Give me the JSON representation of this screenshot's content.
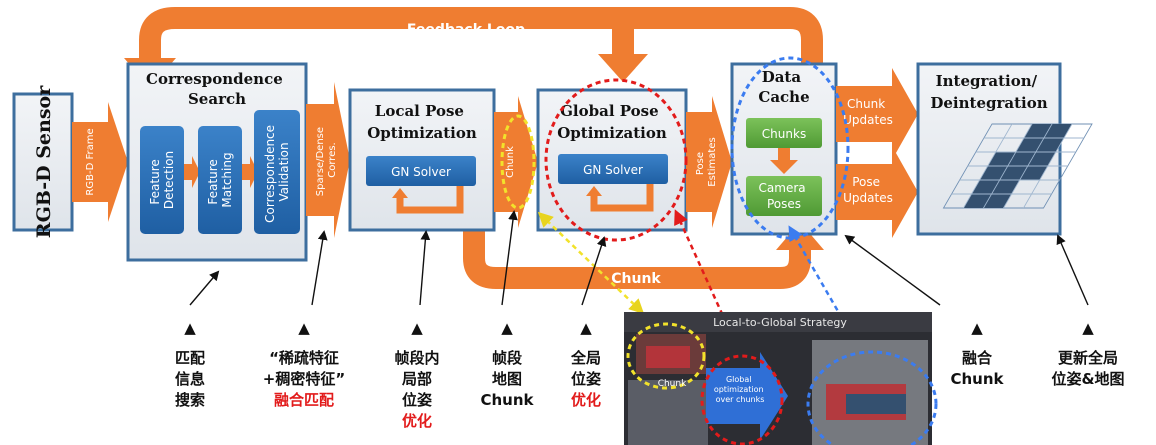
{
  "top_banner": {
    "feedback_loop": "Feedback Loop",
    "chunk_loop": "Chunk"
  },
  "blocks": {
    "rgbd_sensor": "RGB-D Sensor",
    "rgbd_frame": "RGB-D Frame",
    "correspondence_search_title": [
      "Correspondence",
      "Search"
    ],
    "sub_modules": [
      [
        "Feature",
        "Detection"
      ],
      [
        "Feature",
        "Matching"
      ],
      [
        "Correspondence",
        "Validation"
      ]
    ],
    "sparse_dense": [
      "Sparse/Dense",
      "Corres."
    ],
    "local_pose_title": [
      "Local Pose",
      "Optimization"
    ],
    "gn_solver_local": "GN Solver",
    "chunk_vertical": "Chunk",
    "global_pose_title": [
      "Global Pose",
      "Optimization"
    ],
    "gn_solver_global": "GN Solver",
    "pose_estimates": [
      "Pose",
      "Estimates"
    ],
    "data_cache_title": [
      "Data",
      "Cache"
    ],
    "chunks_box": "Chunks",
    "camera_poses_box": [
      "Camera",
      "Poses"
    ],
    "chunk_updates": [
      "Chunk",
      "Updates"
    ],
    "pose_updates": [
      "Pose",
      "Updates"
    ],
    "integration_title": [
      "Integration/",
      "Deintegration"
    ]
  },
  "inset_image": {
    "title": "Local-to-Global Strategy",
    "chunk_label": "Chunk",
    "arrow_text": [
      "Global",
      "optimization",
      "over chunks"
    ]
  },
  "captions": [
    {
      "marker": "▲",
      "lines": [
        "匹配",
        "信息",
        "搜索"
      ],
      "highlight": ""
    },
    {
      "marker": "▲",
      "lines": [
        "“稀疏特征",
        "+稠密特征”"
      ],
      "highlight": "融合匹配"
    },
    {
      "marker": "▲",
      "lines": [
        "帧段内",
        "局部",
        "位姿"
      ],
      "highlight": "优化"
    },
    {
      "marker": "▲",
      "lines": [
        "帧段",
        "地图",
        "Chunk"
      ],
      "highlight": ""
    },
    {
      "marker": "▲",
      "lines": [
        "全局",
        "位姿"
      ],
      "highlight": "优化"
    },
    {
      "marker": "▲",
      "lines": [
        "融合",
        "Chunk"
      ],
      "highlight": ""
    },
    {
      "marker": "▲",
      "lines": [
        "更新全局",
        "位姿&地图"
      ],
      "highlight": ""
    }
  ],
  "colors": {
    "arrow_orange": "#ef7d31",
    "module_blue": "#2b6cb0",
    "panel_gray": "#e8ecf1",
    "chunk_green": "#6ab04c",
    "highlight_red": "#e21b1b",
    "dashed_yellow": "#f2e22b",
    "dashed_blue": "#3b7cf0"
  }
}
